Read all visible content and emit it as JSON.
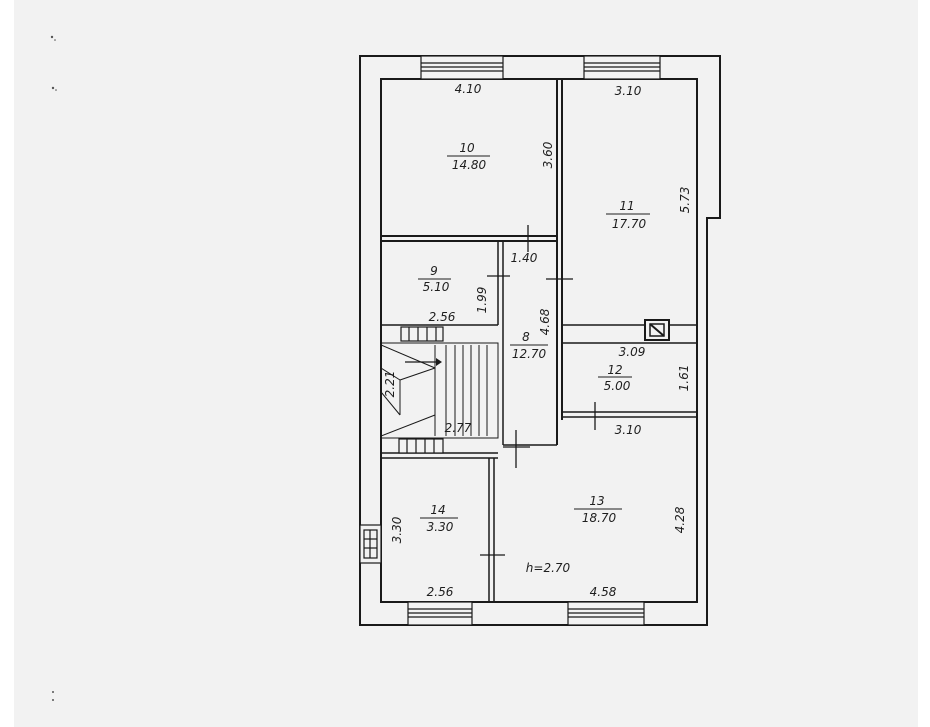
{
  "colors": {
    "paper": "#f2f2f2",
    "ink": "#1a1a1a",
    "background": "#ffffff"
  },
  "rooms": [
    {
      "number": "10",
      "area": "14.80"
    },
    {
      "number": "11",
      "area": "17.70"
    },
    {
      "number": "9",
      "area": "5.10"
    },
    {
      "number": "8",
      "area": "12.70"
    },
    {
      "number": "12",
      "area": "5.00"
    },
    {
      "number": "13",
      "area": "18.70"
    },
    {
      "number": "14",
      "area": "3.30"
    }
  ],
  "dimensions": [
    "4.10",
    "3.10",
    "3.60",
    "5.73",
    "1.40",
    "1.99",
    "4.68",
    "2.56",
    "3.09",
    "1.61",
    "2.21",
    "2.77",
    "3.10",
    "3.30",
    "4.28",
    "2.56",
    "4.58"
  ],
  "ceiling_height": "h=2.70"
}
